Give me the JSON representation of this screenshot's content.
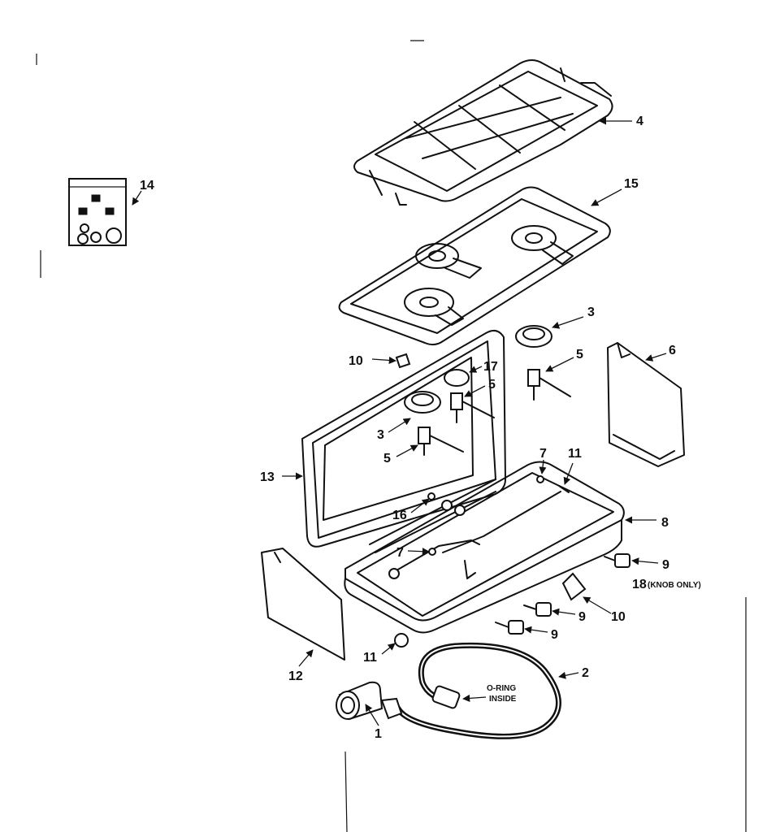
{
  "callouts": {
    "c1": "1",
    "c2": "2",
    "c3a": "3",
    "c3b": "3",
    "c4": "4",
    "c5a": "5",
    "c5b": "5",
    "c5c": "5",
    "c6": "6",
    "c7a": "7",
    "c7b": "7",
    "c8": "8",
    "c9a": "9",
    "c9b": "9",
    "c9c": "9",
    "c10a": "10",
    "c10b": "10",
    "c11a": "11",
    "c11b": "11",
    "c12": "12",
    "c13": "13",
    "c14": "14",
    "c15": "15",
    "c16": "16",
    "c17": "17",
    "c18": "18"
  },
  "notes": {
    "knob_only": "(KNOB ONLY)",
    "oring_line1": "O-RING",
    "oring_line2": "INSIDE"
  }
}
